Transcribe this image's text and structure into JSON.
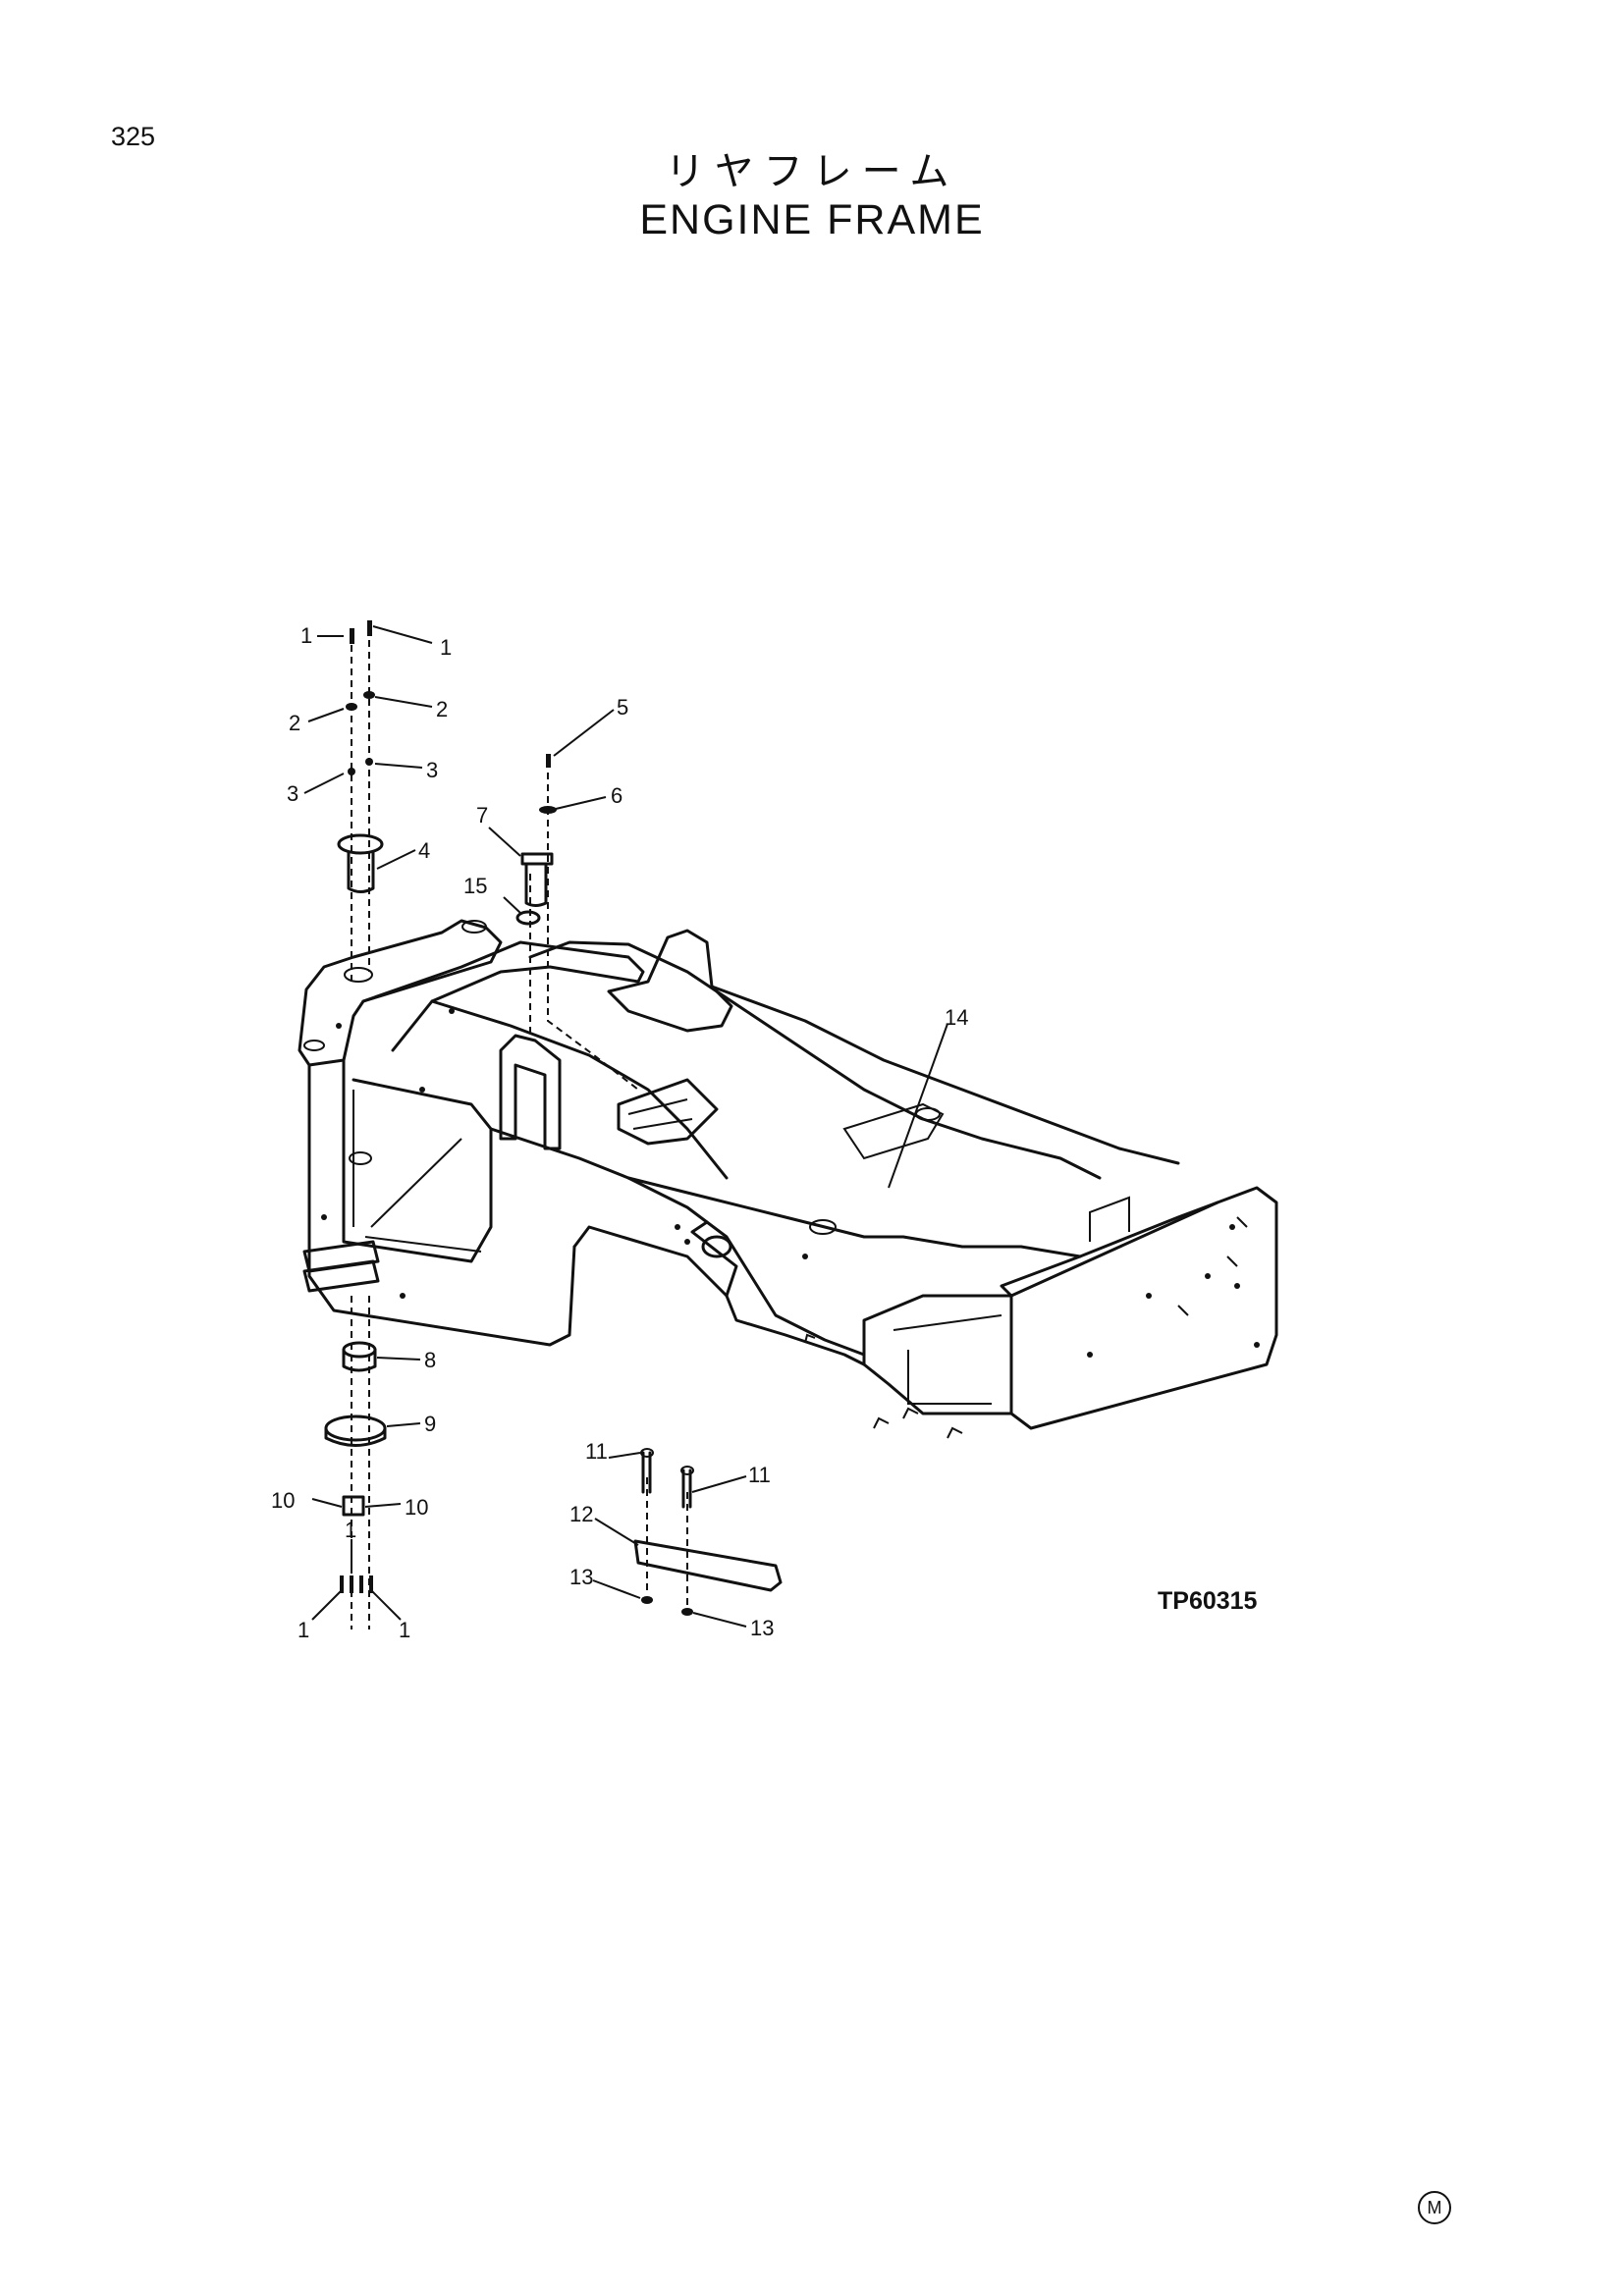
{
  "page": {
    "number": "325"
  },
  "title": {
    "jp": "リヤフレーム",
    "en": "ENGINE FRAME"
  },
  "figure_code": "TP60315",
  "mark": "M",
  "callouts": [
    "1",
    "1",
    "2",
    "2",
    "3",
    "3",
    "4",
    "5",
    "6",
    "7",
    "15",
    "14",
    "8",
    "9",
    "10",
    "10",
    "1",
    "1",
    "1",
    "11",
    "11",
    "12",
    "13",
    "13"
  ]
}
